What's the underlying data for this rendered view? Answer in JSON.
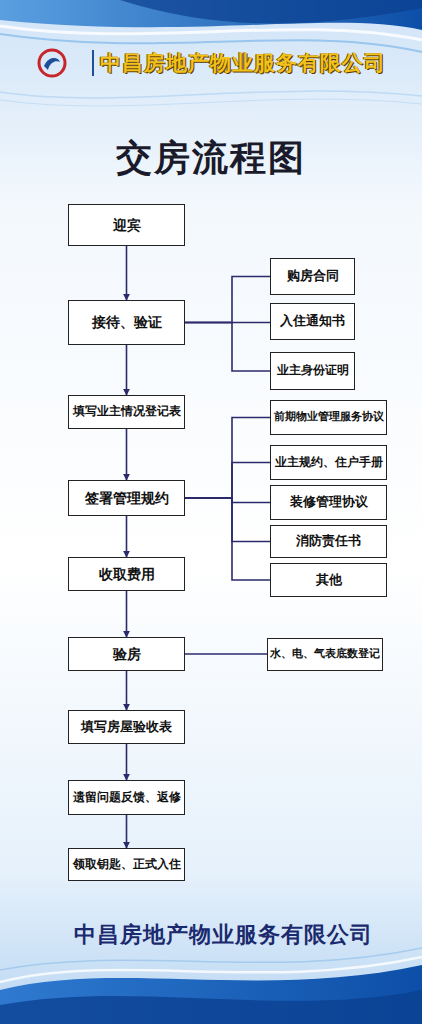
{
  "diagram": {
    "title": "交房流程图",
    "nodes": [
      {
        "text": [
          "迎宾"
        ]
      },
      {
        "text": [
          "接待、验证"
        ]
      },
      {
        "text": [
          "购房合同"
        ]
      },
      {
        "text": [
          "入住通知书"
        ]
      },
      {
        "text": [
          "业主身份证明"
        ]
      },
      {
        "text": [
          "填写业主情况登记表"
        ]
      },
      {
        "text": [
          "前期物业管理服务协议"
        ]
      },
      {
        "text": [
          "业主规约、住户手册"
        ]
      },
      {
        "text": [
          "签署管理规约"
        ]
      },
      {
        "text": [
          "装修管理协议"
        ]
      },
      {
        "text": [
          "消防责任书"
        ]
      },
      {
        "text": [
          "其他"
        ]
      },
      {
        "text": [
          "收取费用"
        ]
      },
      {
        "text": [
          "验房"
        ]
      },
      {
        "text": [
          "水、电、气表底数登记"
        ]
      },
      {
        "text": [
          "填写房屋验收表"
        ]
      },
      {
        "text": [
          "遗留问题反馈、返修"
        ]
      },
      {
        "text": [
          "领取钥匙、正式入住"
        ]
      }
    ],
    "edges": [
      {
        "from": 0,
        "to": 1,
        "arrow": "to"
      },
      {
        "from": 1,
        "to": 2,
        "arrow": "none"
      },
      {
        "from": 1,
        "to": 3,
        "arrow": "none"
      },
      {
        "from": 1,
        "to": 4,
        "arrow": "none"
      },
      {
        "from": 1,
        "to": 5,
        "arrow": "to"
      },
      {
        "from": 5,
        "to": 8,
        "arrow": "to"
      },
      {
        "from": 8,
        "to": 6,
        "arrow": "none"
      },
      {
        "from": 8,
        "to": 7,
        "arrow": "none"
      },
      {
        "from": 8,
        "to": 9,
        "arrow": "none"
      },
      {
        "from": 8,
        "to": 10,
        "arrow": "none"
      },
      {
        "from": 8,
        "to": 11,
        "arrow": "none"
      },
      {
        "from": 8,
        "to": 12,
        "arrow": "to"
      },
      {
        "from": 12,
        "to": 13,
        "arrow": "to"
      },
      {
        "from": 13,
        "to": 14,
        "arrow": "none"
      },
      {
        "from": 13,
        "to": 15,
        "arrow": "to"
      },
      {
        "from": 15,
        "to": 16,
        "arrow": "to"
      },
      {
        "from": 16,
        "to": 17,
        "arrow": "to"
      }
    ],
    "labels": [
      "中昌房地产物业服务有限公司",
      "中昌房地产物业服务有限公司"
    ]
  }
}
